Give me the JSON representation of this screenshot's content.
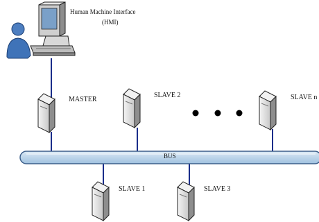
{
  "hmi": {
    "title_line1": "Human Machine Interface",
    "title_line2": "(HMI)"
  },
  "bus": {
    "label": "BUS"
  },
  "nodes": {
    "master": "MASTER",
    "slave_1": "SLAVE 1",
    "slave_2": "SLAVE 2",
    "slave_3": "SLAVE 3",
    "slave_n": "SLAVE n"
  },
  "colors": {
    "bus_fill": "#b8d4ea",
    "bus_stroke": "#3d5f8a",
    "link": "#1a2d8a",
    "device_face": "#e4e4e4",
    "device_side": "#9c9c9c",
    "user": "#3f73b8"
  },
  "icons": {
    "operator": "user-icon",
    "workstation": "computer-icon",
    "device": "server-icon",
    "continuation": "ellipsis-dots"
  }
}
